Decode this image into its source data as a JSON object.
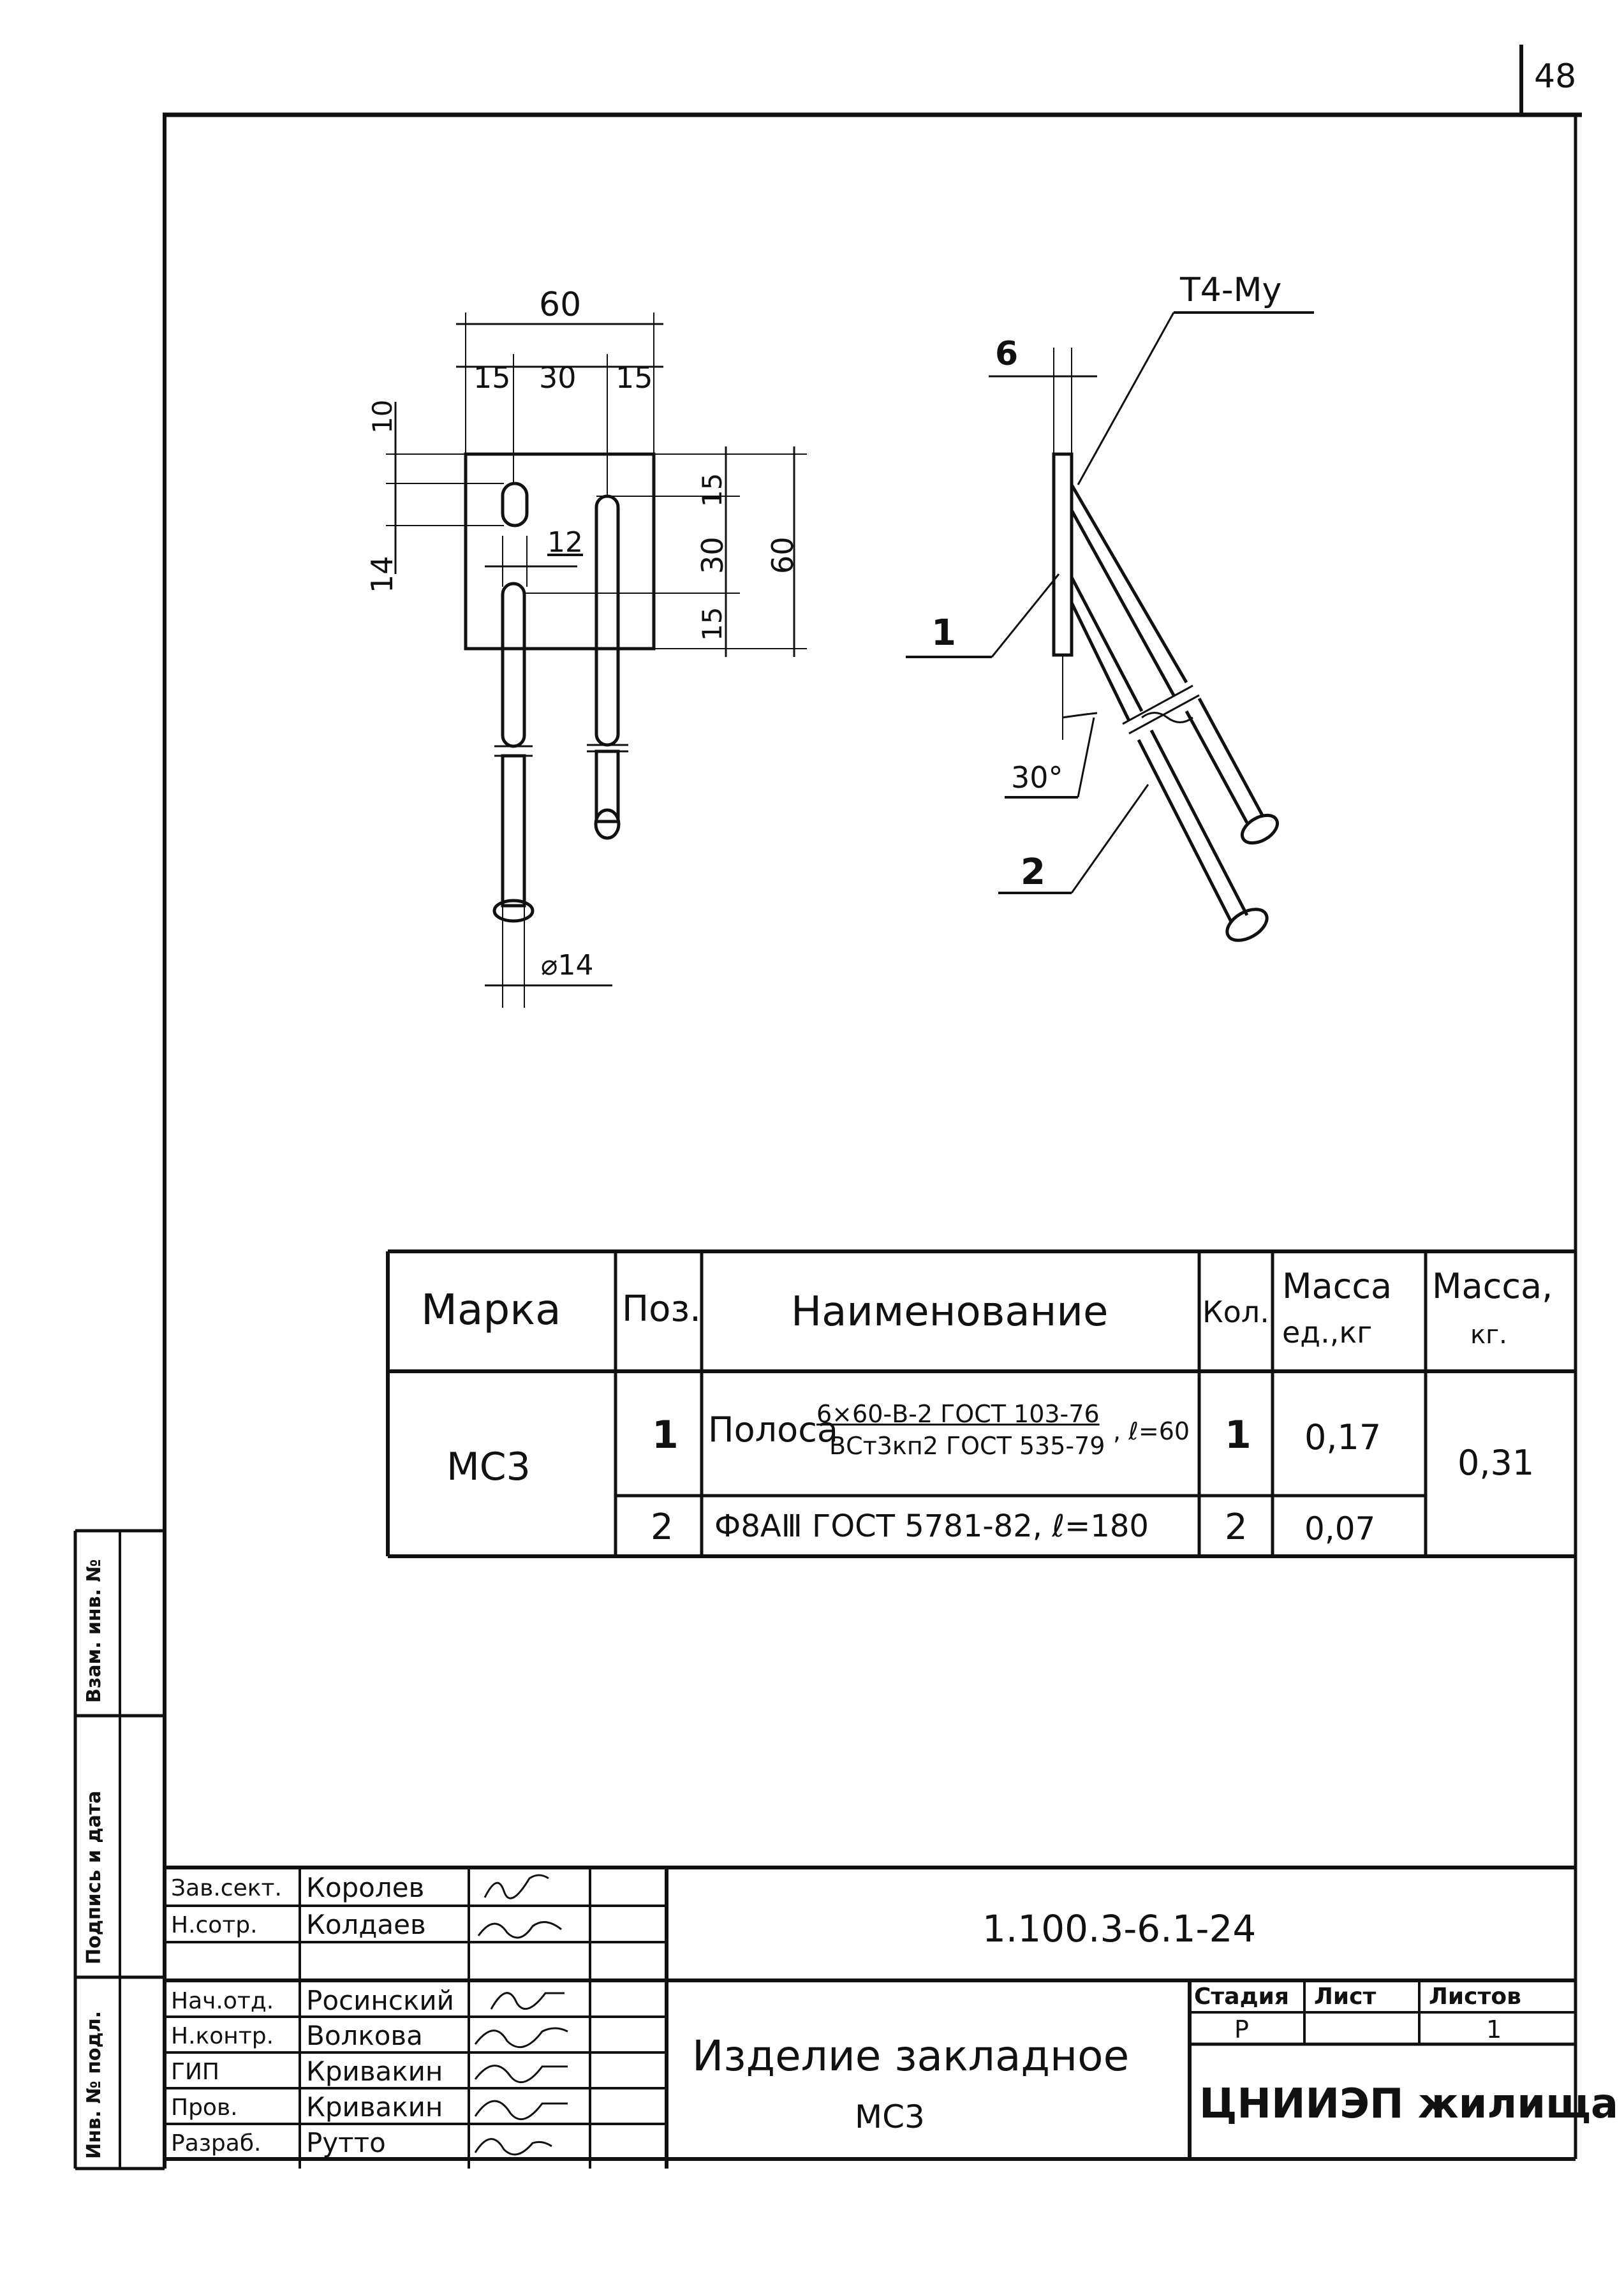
{
  "sheet_number": "48",
  "drawing": {
    "front_view": {
      "dim_total_width": "60",
      "dim_left_edge": "15",
      "dim_between_holes": "30",
      "dim_right_edge": "15",
      "dim_top_10": "10",
      "dim_14": "14",
      "dim_12": "12",
      "dim_right_15_top": "15",
      "dim_right_30": "30",
      "dim_right_15_bottom": "15",
      "dim_total_height": "60",
      "dim_diameter": "⌀14"
    },
    "side_view": {
      "weld_label": "Т4-Му",
      "thickness": "6",
      "pos_1": "1",
      "angle": "30°",
      "pos_2": "2"
    }
  },
  "spec_table": {
    "headers": {
      "mark": "Марка",
      "pos": "Поз.",
      "name": "Наименование",
      "qty": "Кол.",
      "mass_unit_line1": "Масса",
      "mass_unit_line2": "ед.,кг",
      "mass_total_line1": "Масса,",
      "mass_total_line2": "кг."
    },
    "mark": "МС3",
    "rows": [
      {
        "pos": "1",
        "name_prefix": "Полоса",
        "name_top": "6×60-В-2 ГОСТ 103-76",
        "name_bottom": "ВСт3кп2 ГОСТ 535-79",
        "name_suffix": ", ℓ=60",
        "qty": "1",
        "mass_unit": "0,17"
      },
      {
        "pos": "2",
        "name": "Ф8АⅢ ГОСТ 5781-82, ℓ=180",
        "qty": "2",
        "mass_unit": "0,07"
      }
    ],
    "mass_total": "0,31"
  },
  "side_stamp": {
    "vzam_inv": "Взам. инв. №",
    "podpis_data": "Подпись и дата",
    "inv_podl": "Инв. № подл."
  },
  "title_block": {
    "people": [
      {
        "role": "Зав.сект.",
        "name": "Королев"
      },
      {
        "role": "Н.сотр.",
        "name": "Колдаев"
      },
      {
        "role": "Нач.отд.",
        "name": "Росинский"
      },
      {
        "role": "Н.контр.",
        "name": "Волкова"
      },
      {
        "role": "ГИП",
        "name": "Кривакин"
      },
      {
        "role": "Пров.",
        "name": "Кривакин"
      },
      {
        "role": "Разраб.",
        "name": "Рутто"
      }
    ],
    "document_code": "1.100.3-6.1-24",
    "title_line1": "Изделие закладное",
    "title_line2": "МС3",
    "stage_header": "Стадия",
    "sheet_header": "Лист",
    "sheets_header": "Листов",
    "stage_value": "Р",
    "sheet_value": "",
    "sheets_value": "1",
    "organization": "ЦНИИЭП жилища"
  }
}
